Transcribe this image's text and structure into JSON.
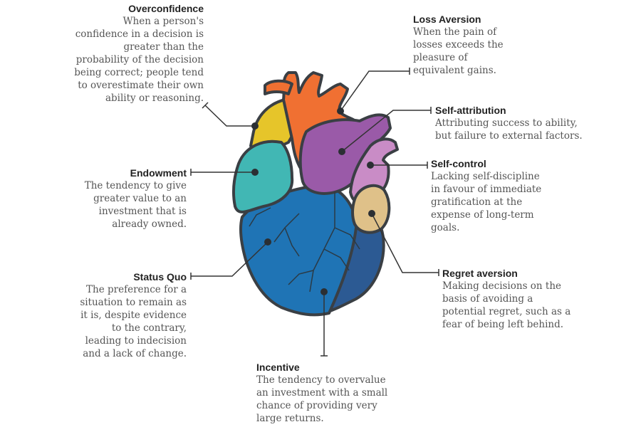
{
  "labels": {
    "overconfidence": {
      "title": "Overconfidence",
      "lines": [
        "When a person's",
        "confidence in a decision is",
        "greater than the",
        "probability of the decision",
        "being correct; people tend",
        "to overestimate their own",
        "ability or reasoning."
      ]
    },
    "loss_aversion": {
      "title": "Loss Aversion",
      "lines": [
        "When the pain of",
        "losses exceeds the",
        "pleasure of",
        "equivalent gains."
      ]
    },
    "self_attribution": {
      "title": "Self-attribution",
      "lines": [
        "Attributing success to ability,",
        "but failure to external factors."
      ]
    },
    "self_control": {
      "title": "Self-control",
      "lines": [
        "Lacking self-discipline",
        "in favour of immediate",
        "gratification at the",
        "expense of long-term",
        "goals."
      ]
    },
    "endowment": {
      "title": "Endowment",
      "lines": [
        "The tendency to give",
        "greater value to an",
        "investment that is",
        "already owned."
      ]
    },
    "status_quo": {
      "title": "Status Quo",
      "lines": [
        "The preference for a",
        "situation to remain as",
        "it is, despite evidence",
        "to the contrary,",
        "leading to indecision",
        "and a lack of change."
      ]
    },
    "regret_aversion": {
      "title": "Regret aversion",
      "lines": [
        "Making decisions on the",
        "basis of avoiding a",
        "potential regret, such as a",
        "fear of being left behind."
      ]
    },
    "incentive": {
      "title": "Incentive",
      "lines": [
        "The tendency to overvalue",
        "an investment with a small",
        "chance of providing very",
        "large returns."
      ]
    }
  },
  "colors": {
    "outline": "#3a3f44",
    "yellow": "#e6c52a",
    "orange": "#f07032",
    "purple": "#9a5aa8",
    "pink": "#c98cc6",
    "teal": "#41b7b4",
    "blue": "#1f74b5",
    "navy": "#2c5a93",
    "tan": "#dfc189"
  }
}
